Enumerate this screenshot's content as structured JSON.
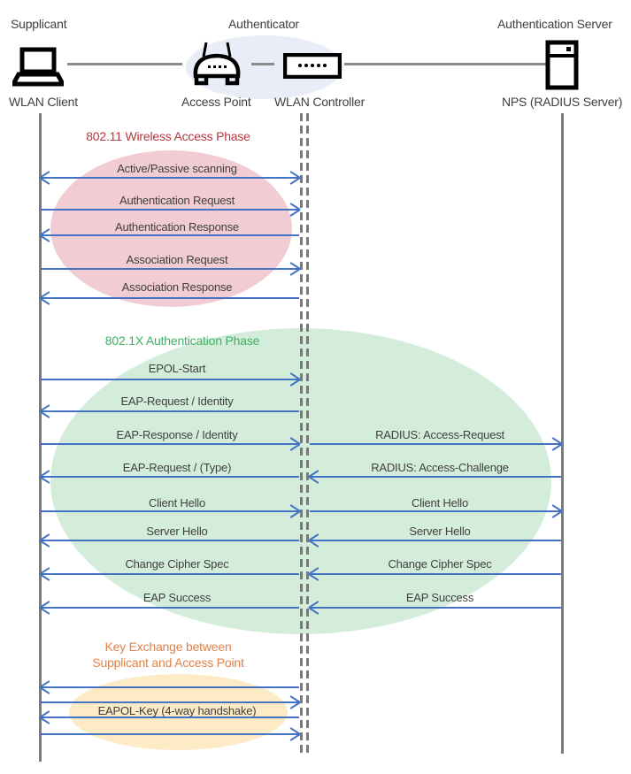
{
  "header": {
    "roles": [
      {
        "label": "Supplicant"
      },
      {
        "label": "Authenticator"
      },
      {
        "label": "Authentication Server"
      }
    ],
    "devices": [
      {
        "label": "WLAN Client",
        "icon": "laptop-icon"
      },
      {
        "label": "Access Point",
        "icon": "access-point-icon"
      },
      {
        "label": "WLAN Controller",
        "icon": "wlan-controller-icon"
      },
      {
        "label": "NPS (RADIUS Server)",
        "icon": "server-icon"
      }
    ]
  },
  "phases": {
    "wireless": {
      "title": "802.11 Wireless Access Phase",
      "title_color": "#B4383F",
      "ellipse_color": "#F1CCD2"
    },
    "dot1x": {
      "title": "802.1X Authentication Phase",
      "title_color": "#42AE64",
      "ellipse_color": "#D4EDDB"
    },
    "key_exchange": {
      "title_line1": "Key Exchange between",
      "title_line2": "Supplicant and Access Point",
      "title_color": "#E08348",
      "ellipse_color": "#FCEBC5"
    }
  },
  "messages": {
    "wireless": [
      {
        "label": "Active/Passive scanning",
        "direction": "both"
      },
      {
        "label": "Authentication Request",
        "direction": "right"
      },
      {
        "label": "Authentication Response",
        "direction": "left"
      },
      {
        "label": "Association Request",
        "direction": "right"
      },
      {
        "label": "Association Response",
        "direction": "left"
      }
    ],
    "dot1x_client_segment": [
      {
        "label": "EPOL-Start",
        "direction": "right"
      },
      {
        "label": "EAP-Request / Identity",
        "direction": "left"
      },
      {
        "label": "EAP-Response / Identity",
        "direction": "right"
      },
      {
        "label": "EAP-Request / (Type)",
        "direction": "left"
      },
      {
        "label": "Client Hello",
        "direction": "right"
      },
      {
        "label": "Server Hello",
        "direction": "left"
      },
      {
        "label": "Change Cipher Spec",
        "direction": "left"
      },
      {
        "label": "EAP Success",
        "direction": "left"
      }
    ],
    "dot1x_server_segment": [
      {
        "label": "RADIUS: Access-Request",
        "direction": "right"
      },
      {
        "label": "RADIUS: Access-Challenge",
        "direction": "left"
      },
      {
        "label": "Client Hello",
        "direction": "right"
      },
      {
        "label": "Server Hello",
        "direction": "left"
      },
      {
        "label": "Change Cipher Spec",
        "direction": "left"
      },
      {
        "label": "EAP Success",
        "direction": "left"
      }
    ],
    "key_exchange": [
      {
        "direction": "left"
      },
      {
        "direction": "right"
      },
      {
        "label": "EAPOL-Key (4-way handshake)",
        "direction": "left"
      },
      {
        "direction": "right"
      }
    ]
  },
  "colors": {
    "arrow": "#4472C4",
    "lifeline": "#7A7A7A",
    "text": "#3F3F3F",
    "authenticator_group_ellipse": "#E9EDF8"
  }
}
